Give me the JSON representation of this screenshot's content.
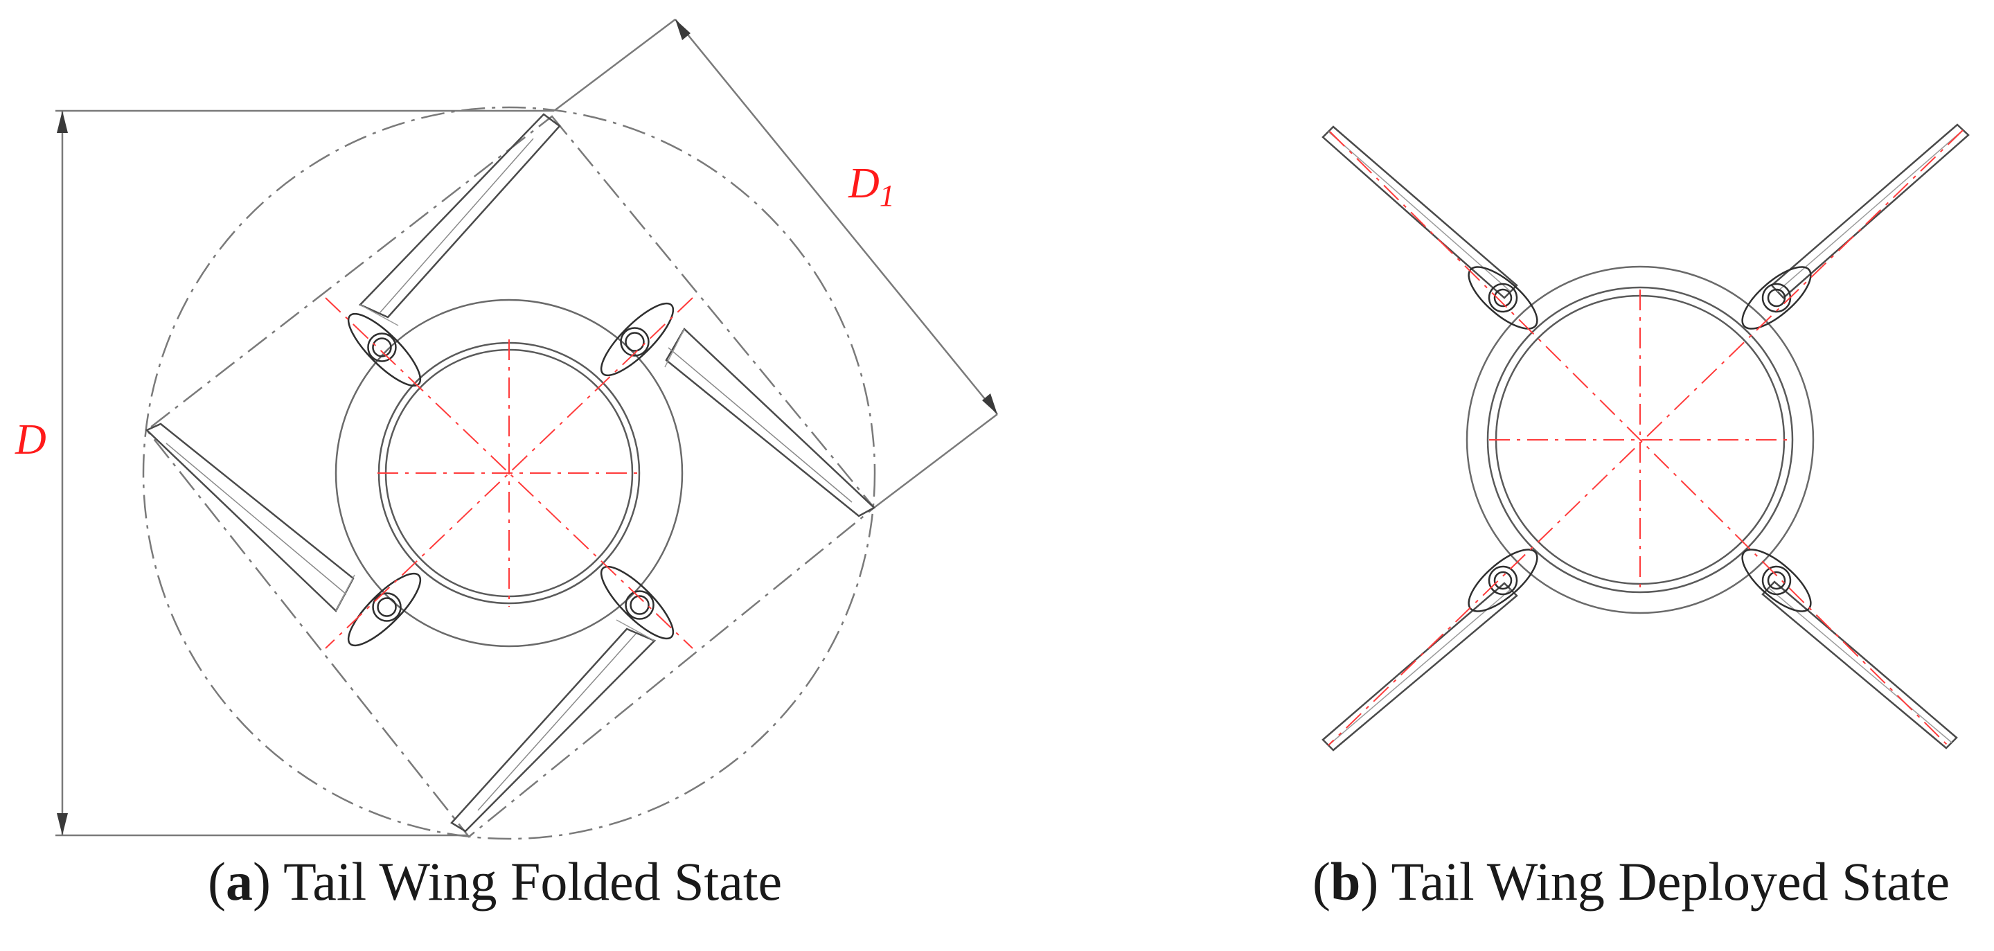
{
  "panel_a": {
    "label_D": "D",
    "label_D1": "D",
    "label_D1_sub": "1",
    "caption_letter": "a",
    "caption_text": "Tail Wing Folded State"
  },
  "panel_b": {
    "caption_letter": "b",
    "caption_text": "Tail Wing Deployed State"
  },
  "colors": {
    "line": "#7a7a7a",
    "dark_line": "#3a3a3a",
    "center_line": "#ff3b3b",
    "dimension_label": "#ff1a1a",
    "caption": "#1a1a1a"
  }
}
